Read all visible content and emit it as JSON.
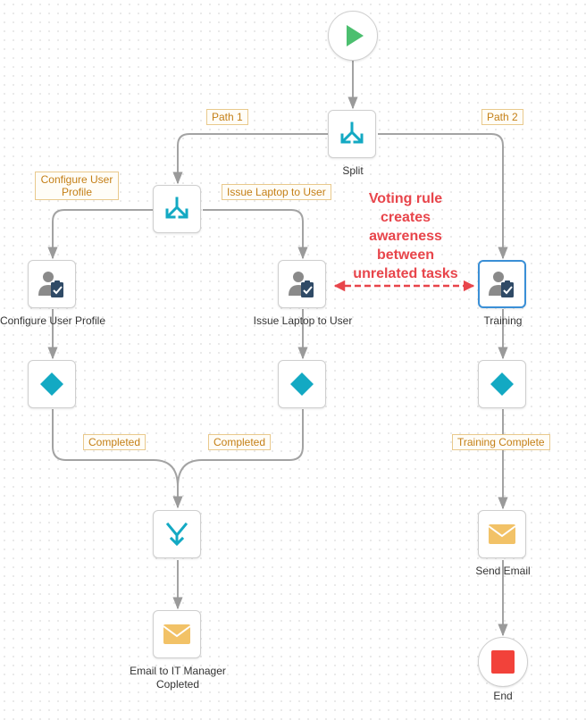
{
  "nodes": {
    "start": {
      "icon": "play-icon"
    },
    "split_main": {
      "caption": "Split",
      "icon": "split-icon"
    },
    "split_sub": {
      "caption": "",
      "icon": "split-icon"
    },
    "task_configure": {
      "caption": "Configure User Profile",
      "icon": "user-task-icon"
    },
    "task_laptop": {
      "caption": "Issue Laptop to User",
      "icon": "user-task-icon"
    },
    "task_training": {
      "caption": "Training",
      "icon": "user-task-icon",
      "selected": true
    },
    "decision_configure": {
      "icon": "diamond-icon"
    },
    "decision_laptop": {
      "icon": "diamond-icon"
    },
    "decision_training": {
      "icon": "diamond-icon"
    },
    "merge": {
      "icon": "merge-icon"
    },
    "email_manager": {
      "caption": "Email to IT Manager Copleted",
      "icon": "envelope-icon"
    },
    "email_send": {
      "caption": "Send Email",
      "icon": "envelope-icon"
    },
    "end": {
      "caption": "End",
      "icon": "stop-icon"
    }
  },
  "labels": {
    "path1": "Path 1",
    "path2": "Path 2",
    "configure_path": "Configure User Profile",
    "laptop_path": "Issue Laptop to User",
    "completed_left": "Completed",
    "completed_right": "Completed",
    "training_complete": "Training Complete"
  },
  "annotation": {
    "text": "Voting rule creates awareness between unrelated tasks"
  },
  "colors": {
    "teal": "#13a9c3",
    "start_green": "#4cbf6f",
    "end_red": "#f2423a",
    "envelope": "#f2c267",
    "annotation_red": "#e8454b",
    "selected_border": "#3a8fd6",
    "tag_text": "#c47f16"
  }
}
